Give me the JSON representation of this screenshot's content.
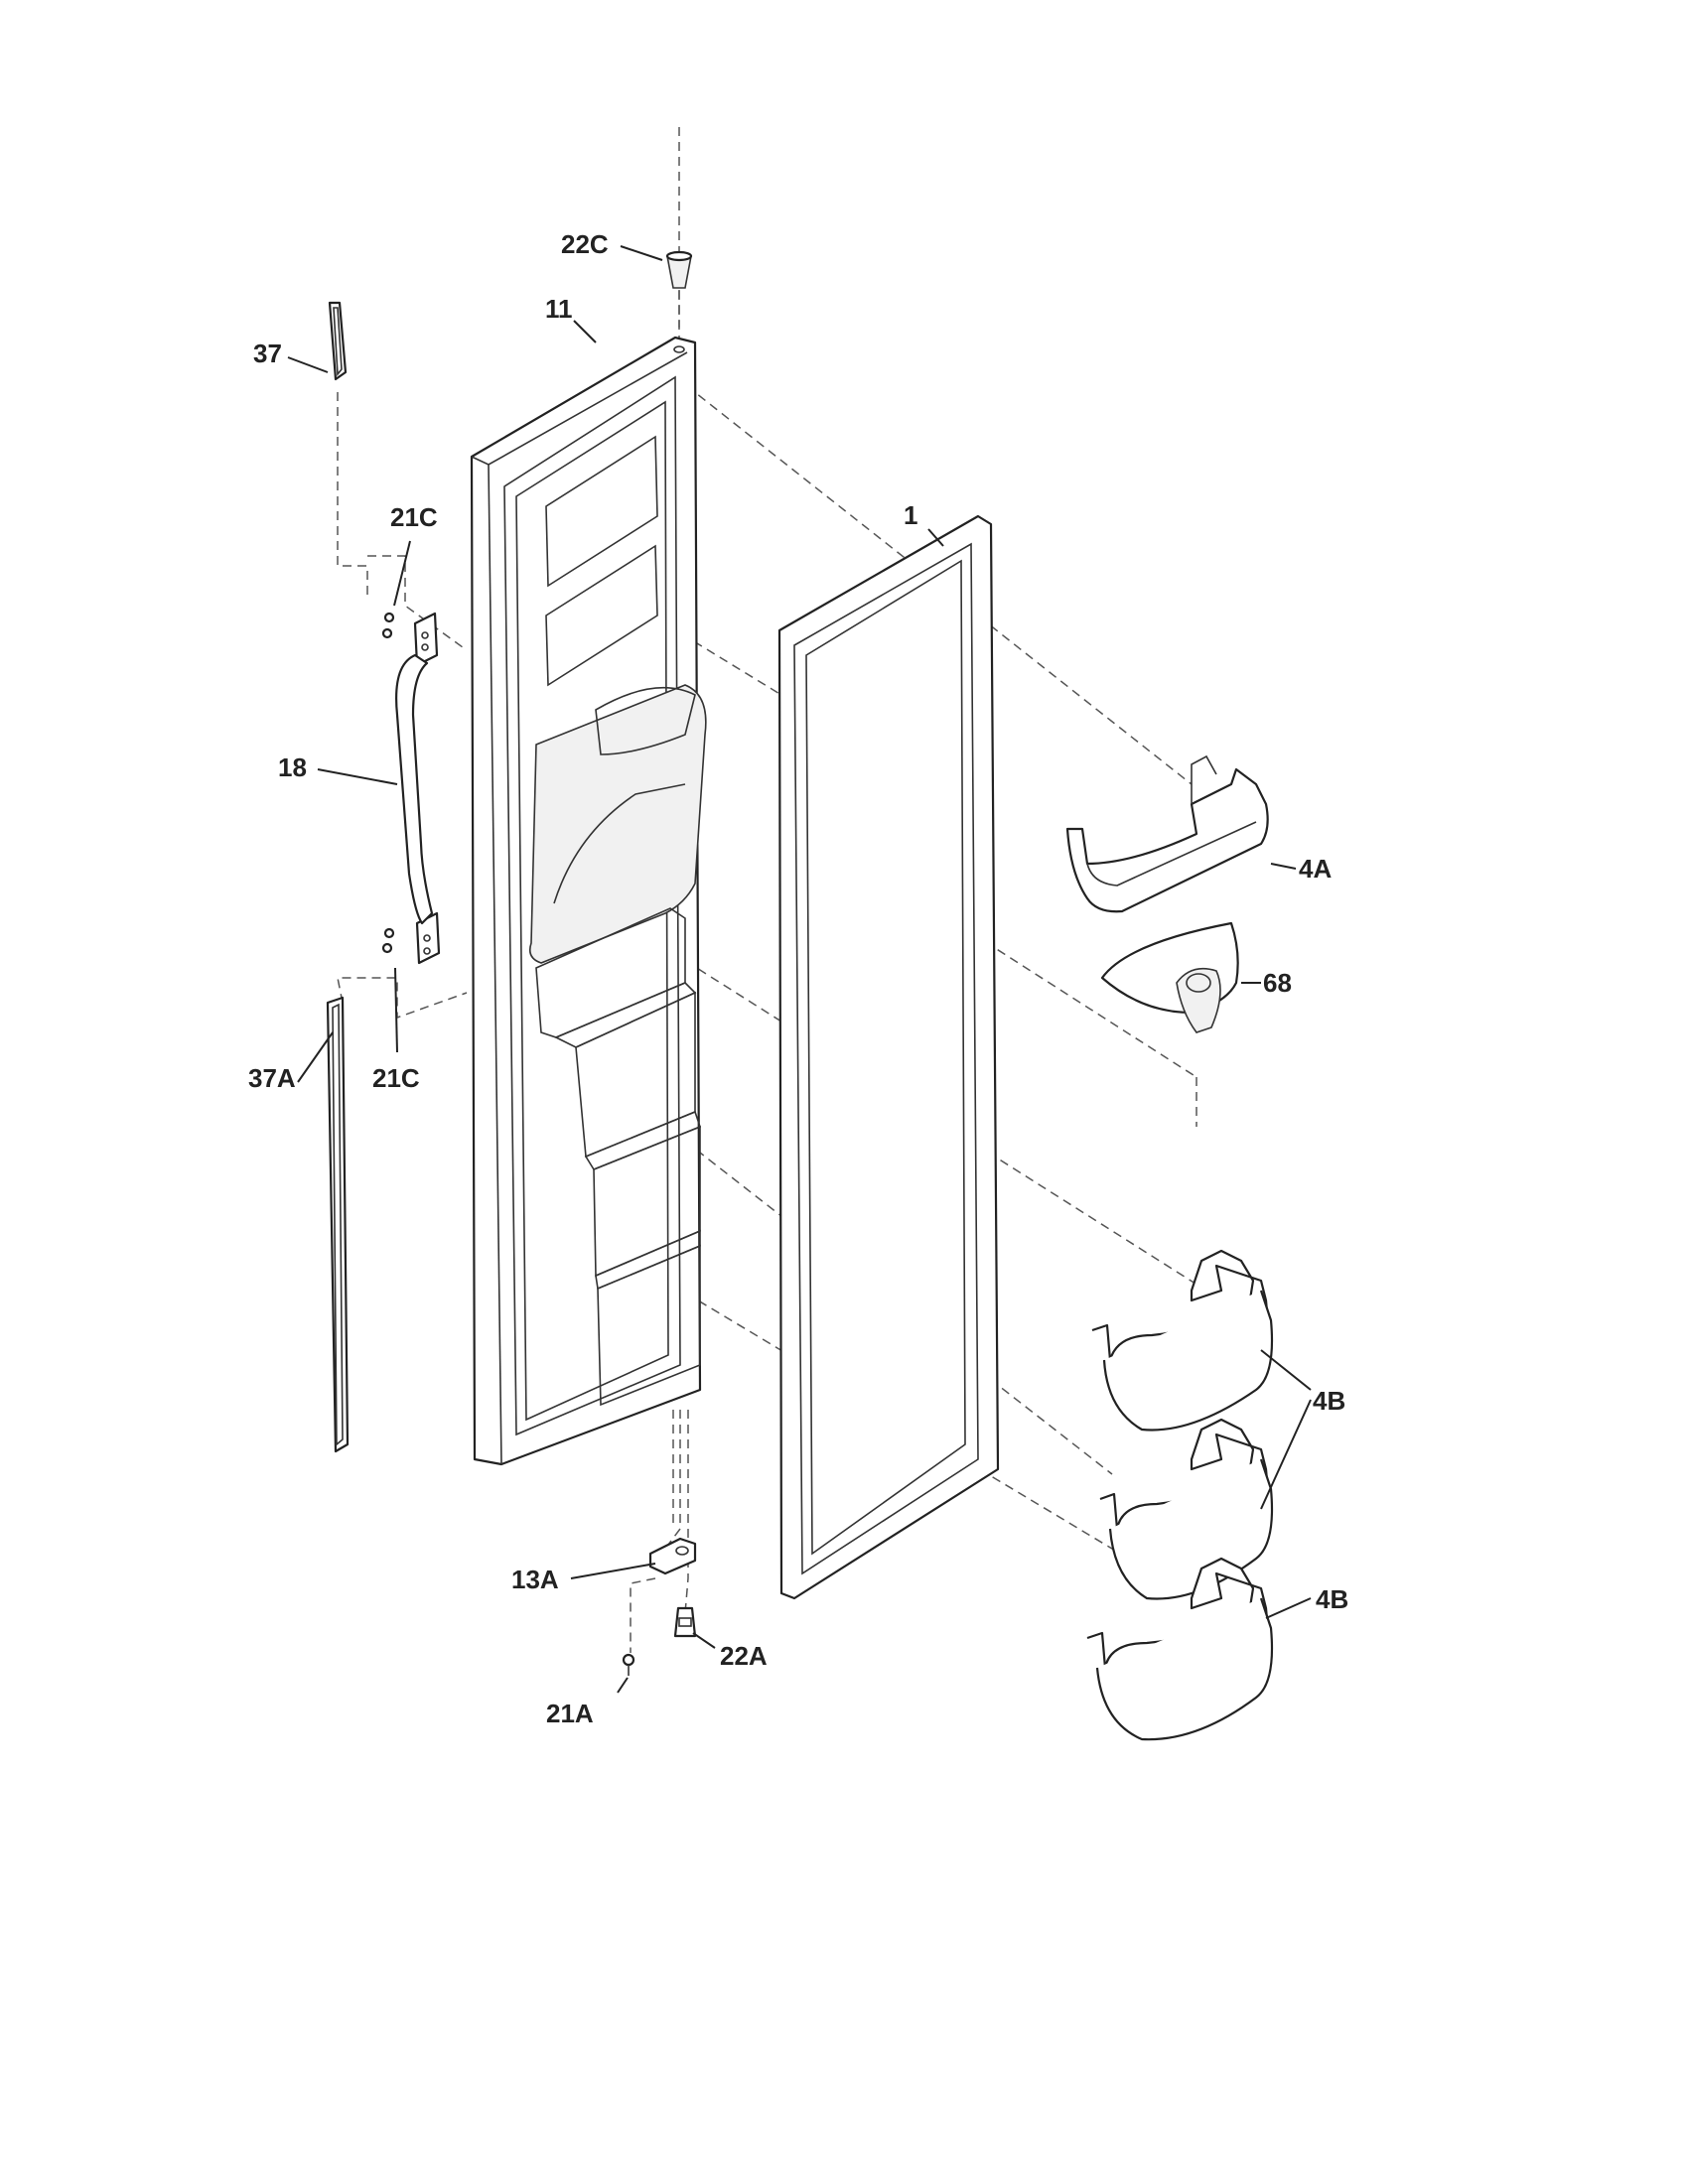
{
  "labels": {
    "l22c": "22C",
    "l11": "11",
    "l37": "37",
    "l21c_top": "21C",
    "l1": "1",
    "l18": "18",
    "l4a": "4A",
    "l68": "68",
    "l21c_bot": "21C",
    "l37a": "37A",
    "l4b_mid": "4B",
    "l13a": "13A",
    "l4b_low": "4B",
    "l22a": "22A",
    "l21a": "21A"
  },
  "colors": {
    "line": "#222222",
    "background": "#ffffff"
  }
}
